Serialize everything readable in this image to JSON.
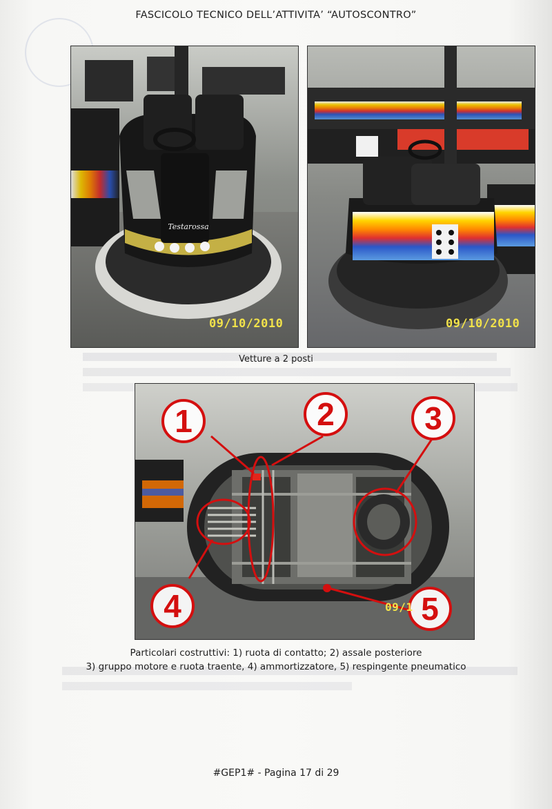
{
  "header": {
    "title": "FASCICOLO TECNICO DELL’ATTIVITA’ “AUTOSCONTRO”"
  },
  "photos": {
    "left": {
      "date_stamp": "09/10/2010",
      "brand_text": "Testarossa"
    },
    "right": {
      "date_stamp": "09/10/2010"
    }
  },
  "caption_cars": "Vetture a 2 posti",
  "detail": {
    "callouts": [
      "1",
      "2",
      "3",
      "4",
      "5"
    ],
    "partial_date": "09/1"
  },
  "caption_detail": {
    "line1": "Particolari costruttivi: 1) ruota di contatto; 2) assale posteriore",
    "line2": "3) gruppo motore e ruota traente, 4) ammortizzatore, 5) respingente pneumatico"
  },
  "footer": {
    "page": "#GEP1# - Pagina 17 di 29"
  }
}
